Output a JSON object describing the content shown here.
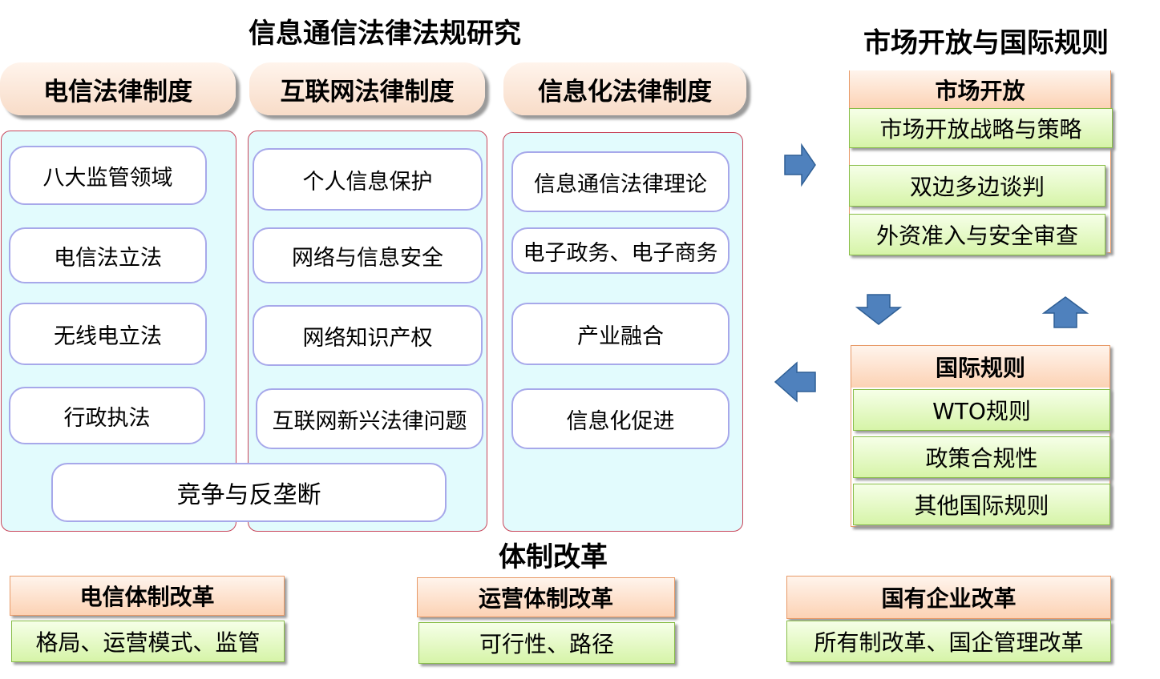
{
  "left_title": "信息通信法律法规研究",
  "columns": [
    {
      "header": "电信法律制度",
      "items": [
        "八大监管领域",
        "电信法立法",
        "无线电立法",
        "行政执法"
      ]
    },
    {
      "header": "互联网法律制度",
      "items": [
        "个人信息保护",
        "网络与信息安全",
        "网络知识产权",
        "互联网新兴法律问题"
      ]
    },
    {
      "header": "信息化法律制度",
      "items": [
        "信息通信法律理论",
        "电子政务、电子商务",
        "产业融合",
        "信息化促进"
      ]
    }
  ],
  "shared_item": "竞争与反垄断",
  "right_title": "市场开放与国际规则",
  "market": {
    "header": "市场开放",
    "items": [
      "市场开放战略与策略",
      "双边多边谈判",
      "外资准入与安全审查"
    ]
  },
  "intl": {
    "header": "国际规则",
    "items": [
      "WTO规则",
      "政策合规性",
      "其他国际规则"
    ]
  },
  "reform_title": "体制改革",
  "reforms": [
    {
      "header": "电信体制改革",
      "detail": "格局、运营模式、监管"
    },
    {
      "header": "运营体制改革",
      "detail": "可行性、路径"
    },
    {
      "header": "国有企业改革",
      "detail": "所有制改革、国企管理改革"
    }
  ],
  "colors": {
    "arrow": "#4f81bd",
    "panel_bg": "#e2fbfd",
    "panel_border": "#c8455a",
    "pill_border": "#a7a8ea"
  }
}
